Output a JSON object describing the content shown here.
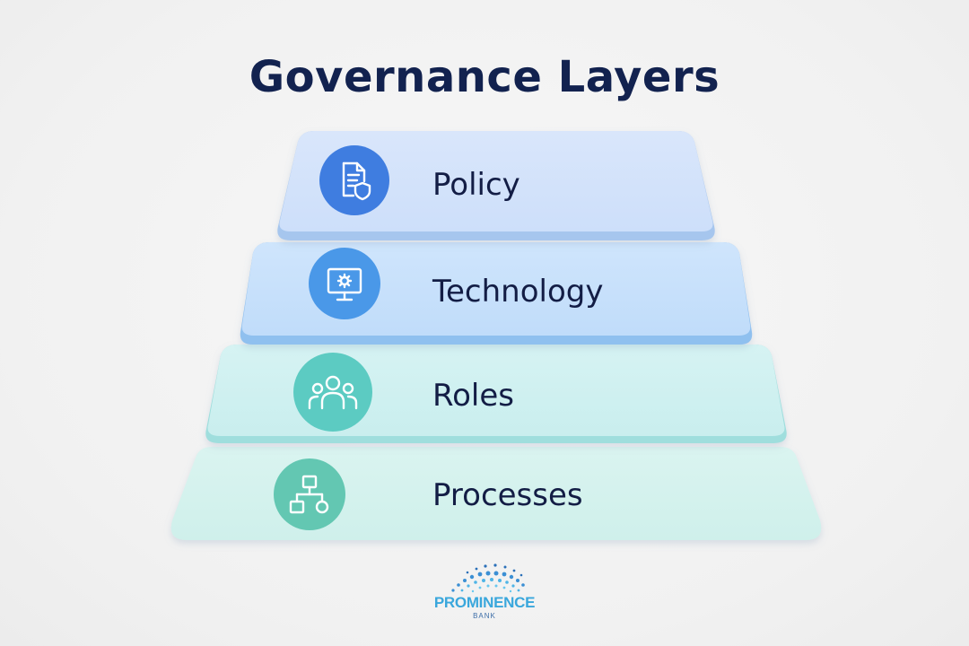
{
  "title": "Governance Layers",
  "layers": [
    {
      "label": "Policy",
      "icon": "document-shield-icon",
      "color": "#d3e3fa",
      "icon_color": "#3f7de0"
    },
    {
      "label": "Technology",
      "icon": "monitor-gear-icon",
      "color": "#c8e1fb",
      "icon_color": "#4a98e8"
    },
    {
      "label": "Roles",
      "icon": "people-group-icon",
      "color": "#d0f0f1",
      "icon_color": "#5ccbc2"
    },
    {
      "label": "Processes",
      "icon": "flowchart-icon",
      "color": "#d6f2ee",
      "icon_color": "#63c7b2"
    }
  ],
  "logo": {
    "name": "PROMINENCE",
    "sub": "BANK"
  }
}
